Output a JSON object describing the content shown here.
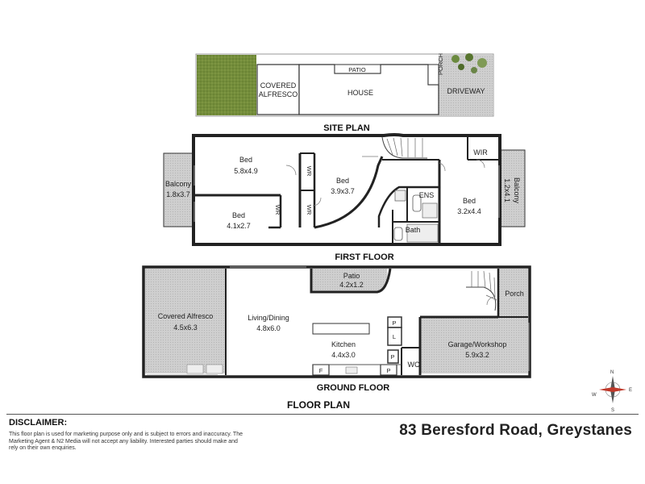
{
  "site_plan": {
    "title": "SITE PLAN",
    "covered_alfresco": "COVERED",
    "covered_alfresco_2": "ALFRESCO",
    "house": "HOUSE",
    "patio": "PATIO",
    "porch": "PORCH",
    "driveway": "DRIVEWAY"
  },
  "first_floor": {
    "title": "FIRST FLOOR",
    "rooms": {
      "bed1": {
        "name": "Bed",
        "size": "5.8x4.9"
      },
      "bed2": {
        "name": "Bed",
        "size": "4.1x2.7"
      },
      "bed3": {
        "name": "Bed",
        "size": "3.9x3.7"
      },
      "bed4": {
        "name": "Bed",
        "size": "3.2x4.4"
      },
      "balcony_left": {
        "name": "Balcony",
        "size": "1.8x3.7"
      },
      "balcony_right": {
        "name": "Balcony",
        "size": "1.2x4.1"
      },
      "ens": "ENS",
      "bath": "Bath",
      "wir": "WIR",
      "wr": "WR"
    }
  },
  "ground_floor": {
    "title": "GROUND FLOOR",
    "rooms": {
      "covered_alfresco": {
        "name": "Covered Alfresco",
        "size": "4.5x6.3"
      },
      "living": {
        "name": "Living/Dining",
        "size": "4.8x6.0"
      },
      "kitchen": {
        "name": "Kitchen",
        "size": "4.4x3.0"
      },
      "patio": {
        "name": "Patio",
        "size": "4.2x1.2"
      },
      "garage": {
        "name": "Garage/Workshop",
        "size": "5.9x3.2"
      },
      "porch": "Porch",
      "wc": "WC",
      "p": "P",
      "l": "L",
      "f": "F"
    }
  },
  "floor_plan_title": "FLOOR PLAN",
  "compass": {
    "n": "N",
    "s": "S",
    "e": "E",
    "w": "W"
  },
  "disclaimer": {
    "title": "DISCLAIMER:",
    "text": "This floor plan is used for marketing purpose only and is subject to errors and inaccuracy. The Marketing Agent & N2 Media will not accept any liability. Interested parties should make and rely on their own enquiries."
  },
  "address": "83 Beresford Road, Greystanes",
  "colors": {
    "wall": "#222222",
    "hatch": "#d4d4d4",
    "lawn": "#6f8a3a",
    "outdoor": "#c8c8c8"
  }
}
